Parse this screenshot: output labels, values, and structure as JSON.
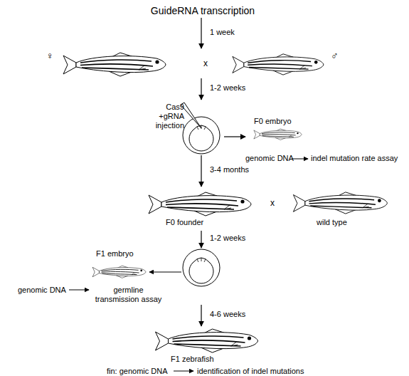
{
  "diagram": {
    "nodes": [
      {
        "text": [
          "GuideRNA transcription"
        ]
      },
      {
        "text": [
          "♀",
          "x",
          "♂"
        ]
      },
      {
        "text": [
          "Cas9 +gRNA injection"
        ]
      },
      {
        "text": [
          "F0 embryo",
          "genomic DNA",
          "indel mutation rate assay"
        ]
      },
      {
        "text": [
          "F0 founder",
          "x",
          "wild type"
        ]
      },
      {
        "text": [
          "F1 embryo",
          "genomic DNA",
          "germline transmission assay"
        ]
      },
      {
        "text": [
          "F1 zebrafish",
          "fin: genomic DNA",
          "identification of indel mutations"
        ]
      }
    ],
    "edges": [
      {
        "from": 0,
        "to": 1,
        "arrow": "to",
        "label": "1 week"
      },
      {
        "from": 1,
        "to": 2,
        "arrow": "to",
        "label": "1-2 weeks"
      },
      {
        "from": 2,
        "to": 3,
        "arrow": "to"
      },
      {
        "from": 2,
        "to": 4,
        "arrow": "to",
        "label": "3-4 months"
      },
      {
        "from": 4,
        "to": 5,
        "arrow": "to",
        "label": "1-2 weeks"
      },
      {
        "from": 5,
        "to": 6,
        "arrow": "to",
        "label": "4-6 weeks"
      }
    ]
  }
}
